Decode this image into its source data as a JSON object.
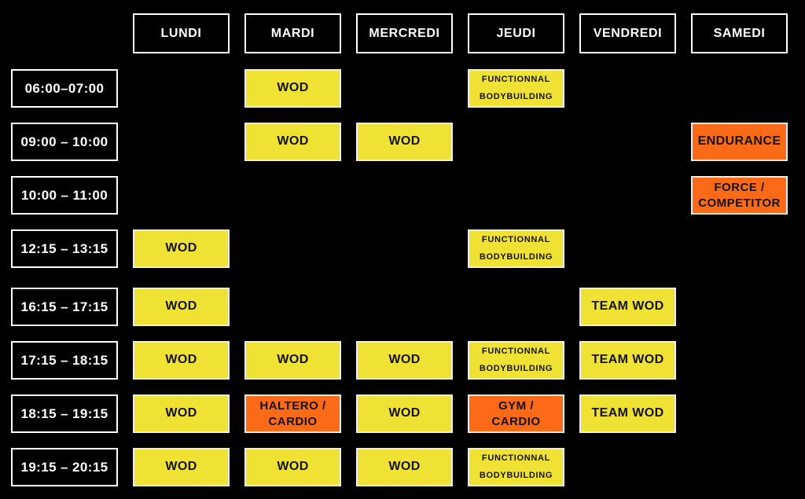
{
  "colors": {
    "background": "#000000",
    "yellow": "#F0E135",
    "orange": "#FB6B17",
    "cell_text": "#121212",
    "header_text": "#FFFFFF",
    "header_border": "#FFFFFF",
    "cell_border": "#EDEDED"
  },
  "schedule": {
    "days": [
      "LUNDI",
      "MARDI",
      "MERCREDI",
      "JEUDI",
      "VENDREDI",
      "SAMEDI"
    ],
    "rows": [
      {
        "time": "06:00–07:00",
        "cells": [
          null,
          {
            "lines": [
              "WOD"
            ],
            "color": "yellow"
          },
          null,
          {
            "lines": [
              "FUNCTIONNAL",
              "BODYBUILDING"
            ],
            "color": "yellow",
            "small": true
          },
          null,
          null
        ]
      },
      {
        "time": "09:00 – 10:00",
        "cells": [
          null,
          {
            "lines": [
              "WOD"
            ],
            "color": "yellow"
          },
          {
            "lines": [
              "WOD"
            ],
            "color": "yellow"
          },
          null,
          null,
          {
            "lines": [
              "ENDURANCE"
            ],
            "color": "orange"
          }
        ]
      },
      {
        "time": "10:00 – 11:00",
        "cells": [
          null,
          null,
          null,
          null,
          null,
          {
            "lines": [
              "FORCE /",
              "COMPETITOR"
            ],
            "color": "orange",
            "medium": true
          }
        ]
      },
      {
        "time": "12:15 – 13:15",
        "cells": [
          {
            "lines": [
              "WOD"
            ],
            "color": "yellow"
          },
          null,
          null,
          {
            "lines": [
              "FUNCTIONNAL",
              "BODYBUILDING"
            ],
            "color": "yellow",
            "small": true
          },
          null,
          null
        ]
      },
      {
        "time": "16:15 – 17:15",
        "cells": [
          {
            "lines": [
              "WOD"
            ],
            "color": "yellow"
          },
          null,
          null,
          null,
          {
            "lines": [
              "TEAM WOD"
            ],
            "color": "yellow"
          },
          null
        ]
      },
      {
        "time": "17:15 – 18:15",
        "cells": [
          {
            "lines": [
              "WOD"
            ],
            "color": "yellow"
          },
          {
            "lines": [
              "WOD"
            ],
            "color": "yellow"
          },
          {
            "lines": [
              "WOD"
            ],
            "color": "yellow"
          },
          {
            "lines": [
              "FUNCTIONNAL",
              "BODYBUILDING"
            ],
            "color": "yellow",
            "small": true
          },
          {
            "lines": [
              "TEAM WOD"
            ],
            "color": "yellow"
          },
          null
        ]
      },
      {
        "time": "18:15 – 19:15",
        "cells": [
          {
            "lines": [
              "WOD"
            ],
            "color": "yellow"
          },
          {
            "lines": [
              "HALTERO /",
              "CARDIO"
            ],
            "color": "orange",
            "medium": true
          },
          {
            "lines": [
              "WOD"
            ],
            "color": "yellow"
          },
          {
            "lines": [
              "GYM /",
              "CARDIO"
            ],
            "color": "orange",
            "medium": true
          },
          {
            "lines": [
              "TEAM WOD"
            ],
            "color": "yellow"
          },
          null
        ]
      },
      {
        "time": "19:15 – 20:15",
        "cells": [
          {
            "lines": [
              "WOD"
            ],
            "color": "yellow"
          },
          {
            "lines": [
              "WOD"
            ],
            "color": "yellow"
          },
          {
            "lines": [
              "WOD"
            ],
            "color": "yellow"
          },
          {
            "lines": [
              "FUNCTIONNAL",
              "BODYBUILDING"
            ],
            "color": "yellow",
            "small": true
          },
          null,
          null
        ]
      }
    ]
  },
  "chart_data": {
    "type": "table",
    "columns": [
      "",
      "LUNDI",
      "MARDI",
      "MERCREDI",
      "JEUDI",
      "VENDREDI",
      "SAMEDI"
    ],
    "rows": [
      [
        "06:00–07:00",
        "",
        "WOD",
        "",
        "FUNCTIONNAL BODYBUILDING",
        "",
        ""
      ],
      [
        "09:00 – 10:00",
        "",
        "WOD",
        "WOD",
        "",
        "",
        "ENDURANCE"
      ],
      [
        "10:00 – 11:00",
        "",
        "",
        "",
        "",
        "",
        "FORCE / COMPETITOR"
      ],
      [
        "12:15 – 13:15",
        "WOD",
        "",
        "",
        "FUNCTIONNAL BODYBUILDING",
        "",
        ""
      ],
      [
        "16:15 – 17:15",
        "WOD",
        "",
        "",
        "",
        "TEAM WOD",
        ""
      ],
      [
        "17:15 – 18:15",
        "WOD",
        "WOD",
        "WOD",
        "FUNCTIONNAL BODYBUILDING",
        "TEAM WOD",
        ""
      ],
      [
        "18:15 – 19:15",
        "WOD",
        "HALTERO / CARDIO",
        "WOD",
        "GYM / CARDIO",
        "TEAM WOD",
        ""
      ],
      [
        "19:15 – 20:15",
        "WOD",
        "WOD",
        "WOD",
        "FUNCTIONNAL BODYBUILDING",
        "",
        ""
      ]
    ],
    "title": "",
    "legend": {
      "yellow_cells": [
        "WOD",
        "FUNCTIONNAL BODYBUILDING",
        "TEAM WOD"
      ],
      "orange_cells": [
        "ENDURANCE",
        "FORCE / COMPETITOR",
        "HALTERO / CARDIO",
        "GYM / CARDIO"
      ]
    }
  }
}
